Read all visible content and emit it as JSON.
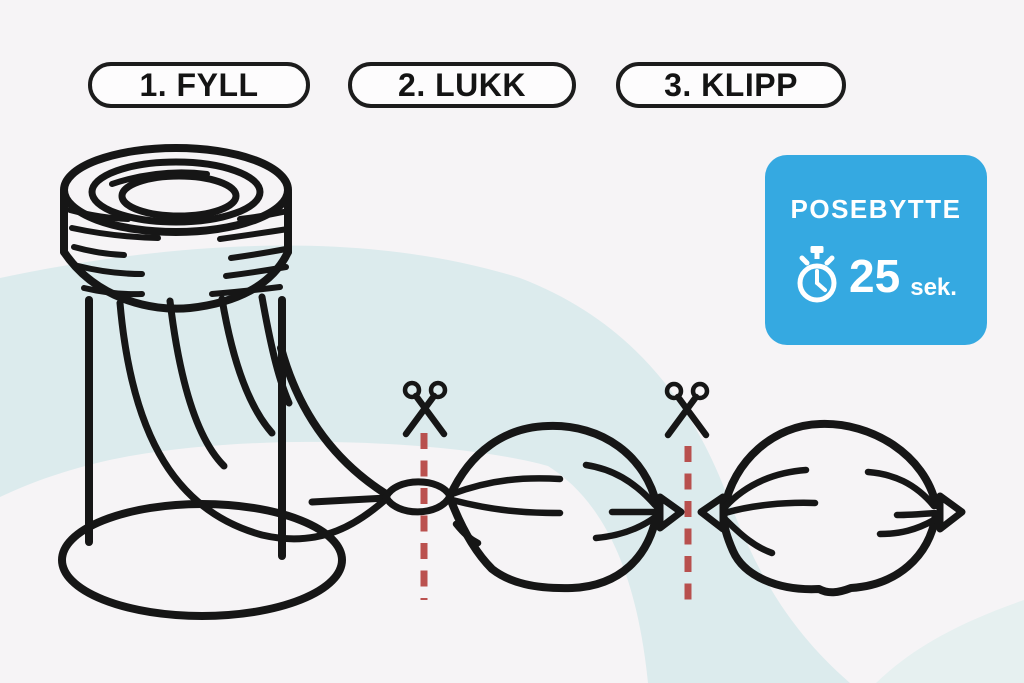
{
  "steps": [
    {
      "label": "1. FYLL"
    },
    {
      "label": "2. LUKK"
    },
    {
      "label": "3. KLIPP"
    }
  ],
  "badge": {
    "title": "POSEBYTTE",
    "time_value": "25",
    "time_unit": "sek."
  },
  "icons": {
    "scissors": "✂",
    "stopwatch": "⏱"
  },
  "colors": {
    "background": "#f6f4f6",
    "swoosh_teal": "#dcebed",
    "line_art": "#161616",
    "cut_dash_red": "#b5403d",
    "badge_blue": "#35a9e1",
    "badge_text": "#ffffff"
  }
}
